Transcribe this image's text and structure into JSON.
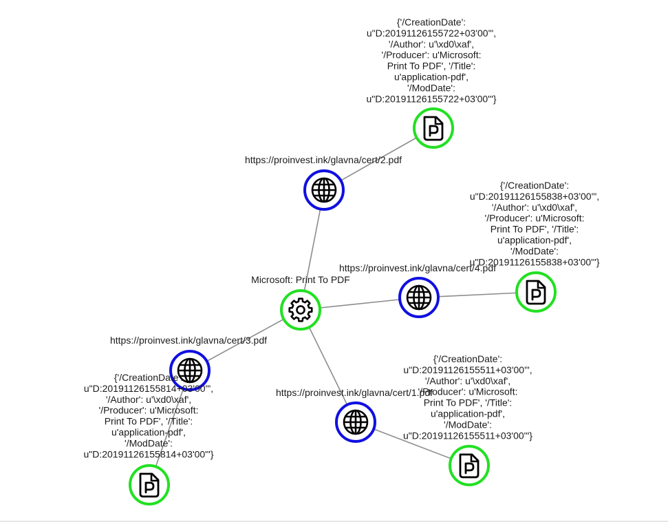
{
  "colors": {
    "url_ring": "#1010e0",
    "pdf_ring": "#22e022",
    "producer_ring": "#22e022",
    "edge": "#8c8c8c",
    "icon": "#000000",
    "text": "#1a1a1a"
  },
  "nodes": {
    "producer": {
      "icon": "gear-icon",
      "label": [
        "Microsoft: Print To PDF"
      ]
    },
    "url_cert2": {
      "icon": "globe-icon",
      "label": [
        "https://proinvest.ink/glavna/cert/2.pdf"
      ]
    },
    "url_cert4": {
      "icon": "globe-icon",
      "label": [
        "https://proinvest.ink/glavna/cert/4.pdf"
      ]
    },
    "url_cert3": {
      "icon": "globe-icon",
      "label": [
        "https://proinvest.ink/glavna/cert/3.pdf"
      ]
    },
    "url_cert1": {
      "icon": "globe-icon",
      "label": [
        "https://proinvest.ink/glavna/cert/1.pdf"
      ]
    },
    "pdf_cert2": {
      "icon": "pdf-file-icon",
      "label": [
        "{'/CreationDate':",
        "u\"D:20191126155722+03'00'\",",
        "'/Author': u'\\xd0\\xaf',",
        "'/Producer': u'Microsoft:",
        "Print To PDF', '/Title':",
        "u'application-pdf',",
        "'/ModDate':",
        "u\"D:20191126155722+03'00'\"}"
      ]
    },
    "pdf_cert4": {
      "icon": "pdf-file-icon",
      "label": [
        "{'/CreationDate':",
        "u\"D:20191126155838+03'00'\",",
        "'/Author': u'\\xd0\\xaf',",
        "'/Producer': u'Microsoft:",
        "Print To PDF', '/Title':",
        "u'application-pdf',",
        "'/ModDate':",
        "u\"D:20191126155838+03'00'\"}"
      ]
    },
    "pdf_cert3": {
      "icon": "pdf-file-icon",
      "label": [
        "{'/CreationDate':",
        "u\"D:20191126155814+03'00'\",",
        "'/Author': u'\\xd0\\xaf',",
        "'/Producer': u'Microsoft:",
        "Print To PDF', '/Title':",
        "u'application-pdf',",
        "'/ModDate':",
        "u\"D:20191126155814+03'00'\"}"
      ]
    },
    "pdf_cert1": {
      "icon": "pdf-file-icon",
      "label": [
        "{'/CreationDate':",
        "u\"D:20191126155511+03'00'\",",
        "'/Author': u'\\xd0\\xaf',",
        "'/Producer': u'Microsoft:",
        "Print To PDF', '/Title':",
        "u'application-pdf',",
        "'/ModDate':",
        "u\"D:20191126155511+03'00'\"}"
      ]
    }
  },
  "edges": [
    [
      "producer",
      "url_cert2"
    ],
    [
      "producer",
      "url_cert4"
    ],
    [
      "producer",
      "url_cert3"
    ],
    [
      "producer",
      "url_cert1"
    ],
    [
      "url_cert2",
      "pdf_cert2"
    ],
    [
      "url_cert4",
      "pdf_cert4"
    ],
    [
      "url_cert3",
      "pdf_cert3"
    ],
    [
      "url_cert1",
      "pdf_cert1"
    ]
  ]
}
